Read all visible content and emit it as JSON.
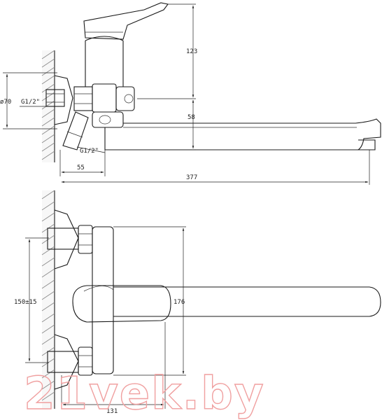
{
  "diagram": {
    "side_view": {
      "dims": {
        "height_lever": "123",
        "height_spout": "58",
        "outlet_diameter": "ø70",
        "thread_top": "G1/2\"",
        "thread_bottom": "G1/2\"",
        "offset_wall": "55",
        "total_length": "377"
      }
    },
    "top_view": {
      "dims": {
        "center_distance": "150±15",
        "depth": "176",
        "width": "131"
      }
    },
    "watermark": "21vek.by"
  }
}
